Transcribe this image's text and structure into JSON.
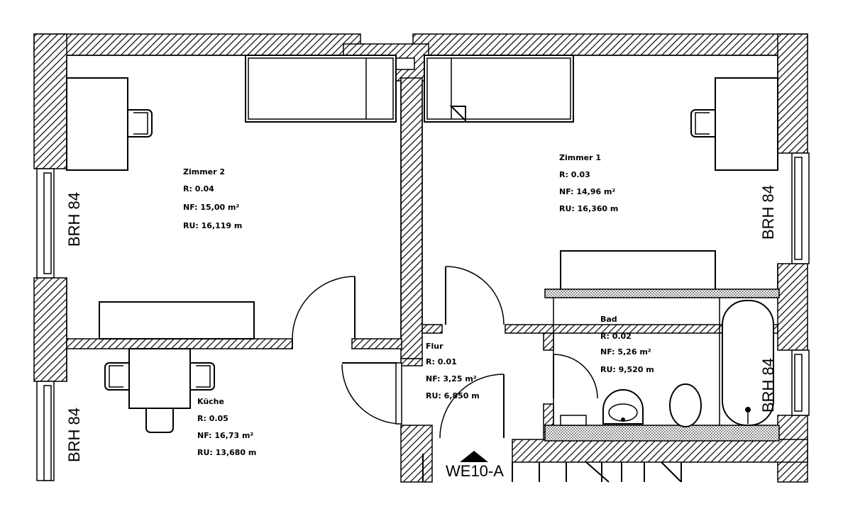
{
  "rooms": [
    {
      "id": "zimmer2",
      "name": "Zimmer 2",
      "r": "R: 0.04",
      "nf": "NF:   15,00 m²",
      "ru": "RU: 16,119 m"
    },
    {
      "id": "zimmer1",
      "name": "Zimmer 1",
      "r": "R: 0.03",
      "nf": "NF:   14,96 m²",
      "ru": "RU: 16,360 m"
    },
    {
      "id": "bad",
      "name": "Bad",
      "r": "R: 0.02",
      "nf": "NF:   5,26 m²",
      "ru": "RU: 9,520 m"
    },
    {
      "id": "flur",
      "name": "Flur",
      "r": "R: 0.01",
      "nf": "NF:   3,25 m²",
      "ru": "RU: 6,850 m"
    },
    {
      "id": "kueche",
      "name": "Küche",
      "r": "R: 0.05",
      "nf": "NF:   16,73 m²",
      "ru": "RU: 13,680 m"
    }
  ],
  "brh_labels": [
    "BRH 84",
    "BRH 84",
    "BRH 84",
    "BRH 84"
  ],
  "unit_label": "WE10-A"
}
